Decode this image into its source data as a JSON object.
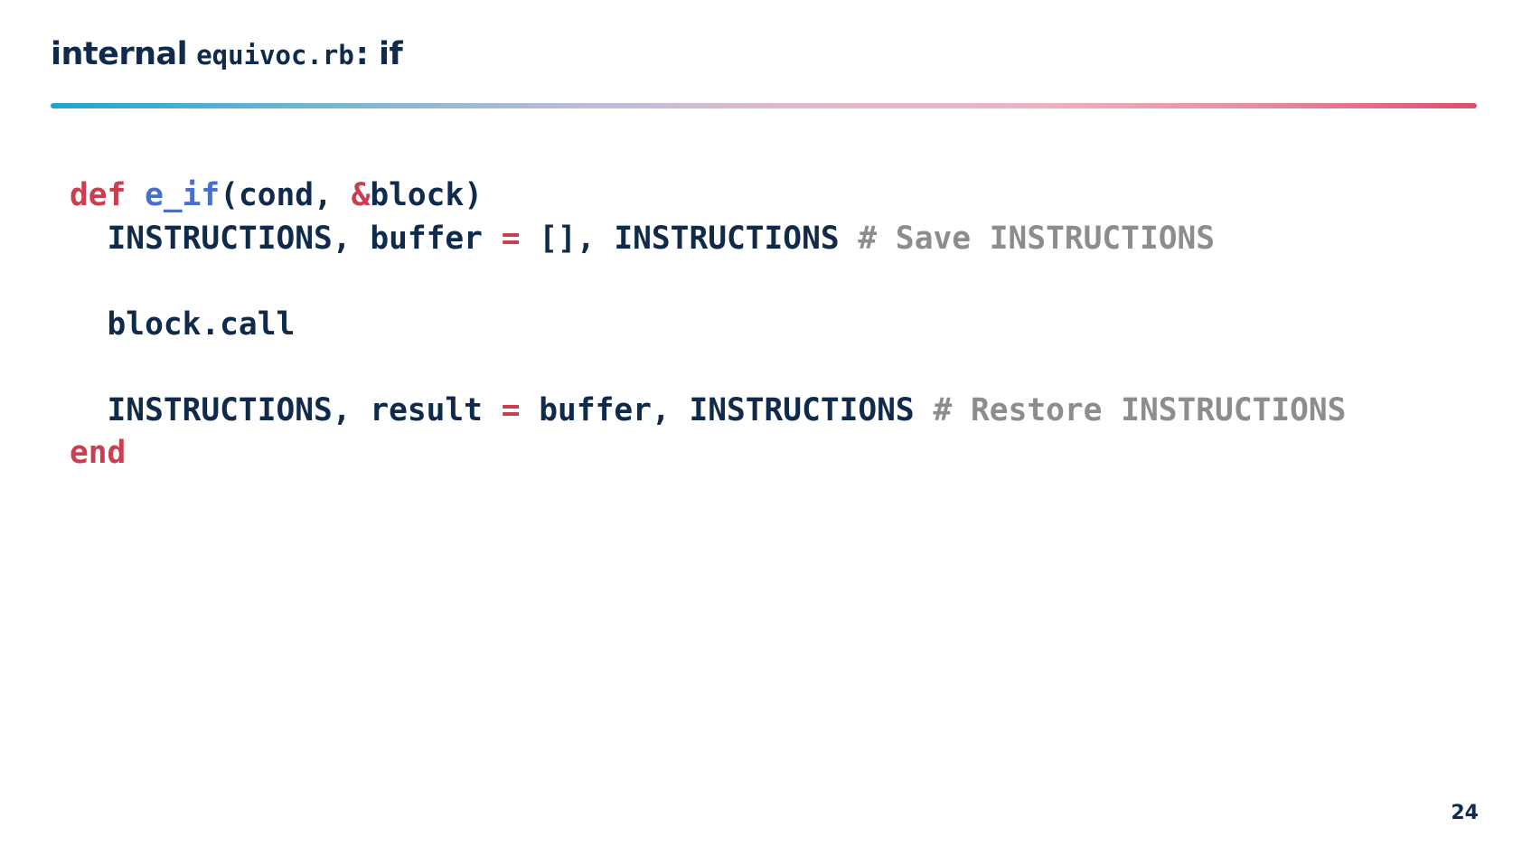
{
  "slide": {
    "title_prefix": "internal",
    "title_file": "equivoc.rb",
    "title_suffix": ": if",
    "page_number": "24"
  },
  "code": {
    "line1": {
      "keyword": "def",
      "space": " ",
      "function_name": "e_if",
      "params_open": "(cond, ",
      "block_sigil": "&",
      "params_close": "block)"
    },
    "line2": {
      "lhs": "  INSTRUCTIONS, buffer ",
      "operator": "=",
      "rhs": " [], INSTRUCTIONS ",
      "comment": "# Save INSTRUCTIONS"
    },
    "line3": "",
    "line4": "  block.call",
    "line5": "",
    "line6": {
      "lhs": "  INSTRUCTIONS, result ",
      "operator": "=",
      "rhs": " buffer, INSTRUCTIONS ",
      "comment": "# Restore INSTRUCTIONS"
    },
    "line7": {
      "keyword": "end"
    }
  },
  "colors": {
    "text": "#0f2a4a",
    "keyword": "#cc3d4f",
    "function": "#4a6fc9",
    "comment": "#8d8d8d",
    "rule_start": "#1aa6d6",
    "rule_end": "#de4f6c"
  }
}
